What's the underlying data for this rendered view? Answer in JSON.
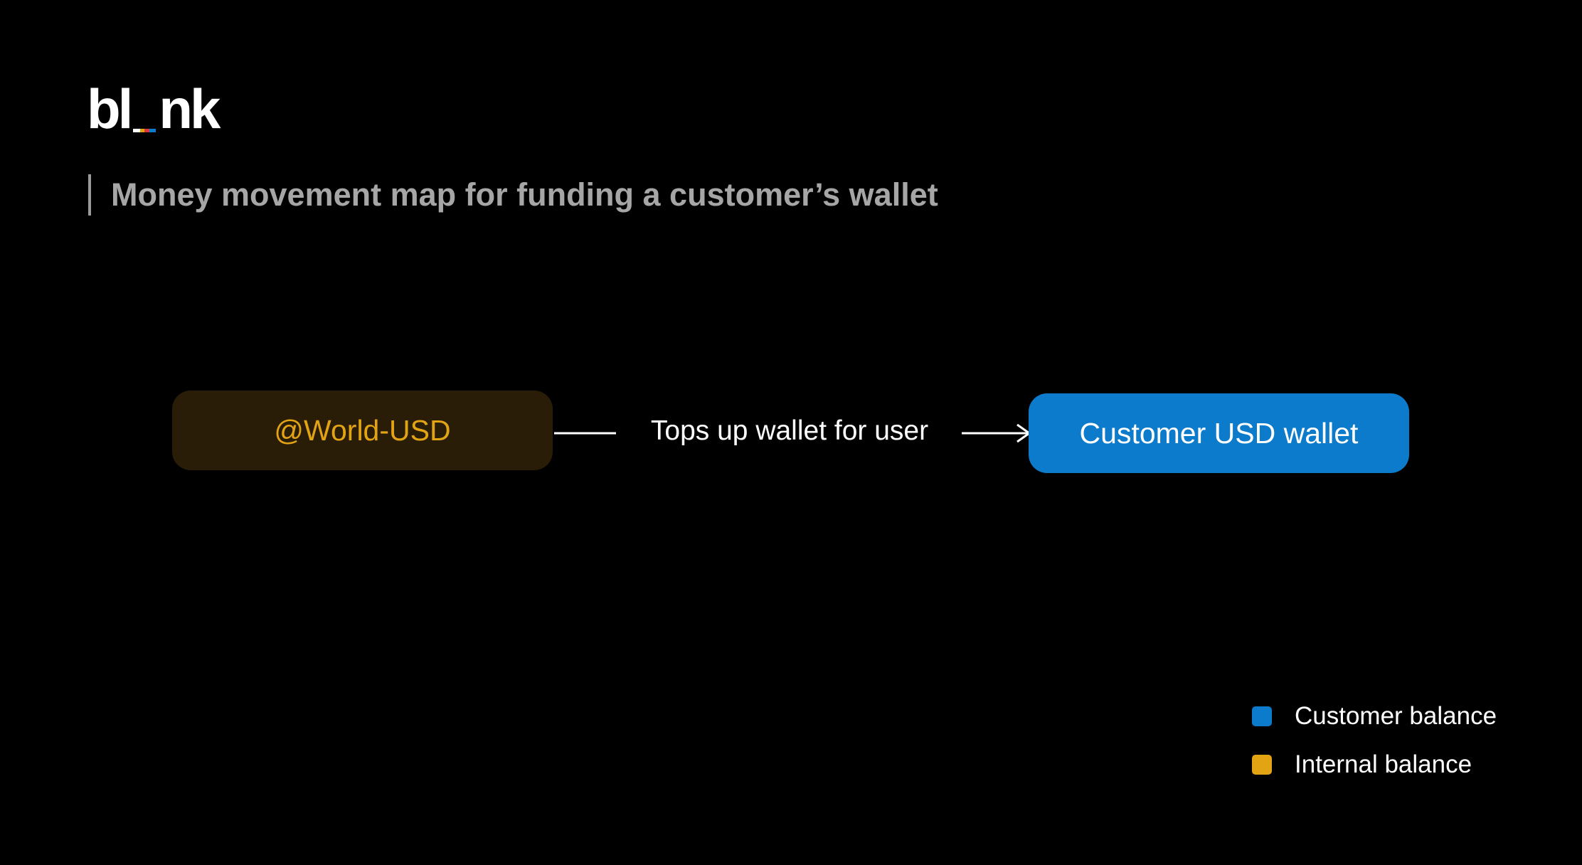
{
  "brand": {
    "logo_left": "bl",
    "logo_right": "nk",
    "logo_bar_colors": [
      "#ffffff",
      "#e3a414",
      "#d8383a",
      "#0d7bcb"
    ]
  },
  "subtitle": "Money movement map for funding a customer’s wallet",
  "diagram": {
    "source_node": {
      "label": "@World-USD",
      "background": "#2a1d07",
      "text_color": "#e3a414"
    },
    "edge_label": "Tops up wallet for user",
    "target_node": {
      "label": "Customer USD wallet",
      "background": "#0d7bcb",
      "text_color": "#ffffff"
    }
  },
  "legend": {
    "items": [
      {
        "label": "Customer balance",
        "color": "#0d7bcb"
      },
      {
        "label": "Internal balance",
        "color": "#e3a414"
      }
    ]
  }
}
